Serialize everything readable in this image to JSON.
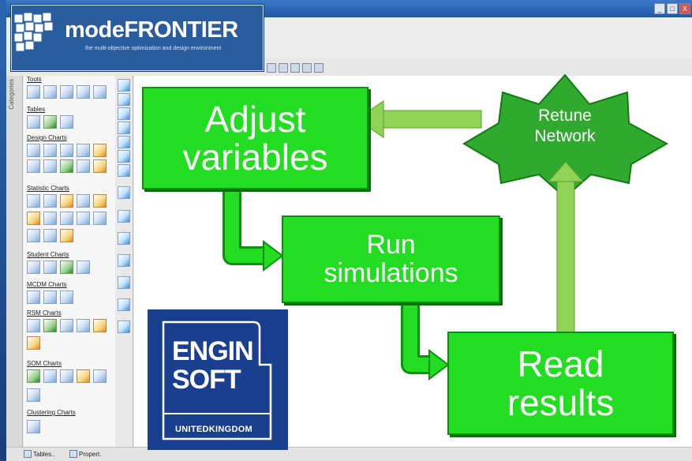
{
  "logo": {
    "name_part1": "mode",
    "name_part2": "FRONTIER",
    "tagline": "the multi-objective optimization and design environment"
  },
  "window": {
    "controls": [
      "_",
      "□",
      "X"
    ]
  },
  "sidebar": {
    "categories_label": "Categories",
    "sections": [
      {
        "label": "Tools"
      },
      {
        "label": "Tables"
      },
      {
        "label": "Design Charts"
      },
      {
        "label": "Statistic Charts"
      },
      {
        "label": "Student Charts"
      },
      {
        "label": "MCDM Charts"
      },
      {
        "label": "RSM Charts"
      },
      {
        "label": "SOM Charts"
      },
      {
        "label": "Clustering Charts"
      }
    ]
  },
  "statusbar": {
    "tab1": "Tables..",
    "tab2": "Propert."
  },
  "diagram": {
    "steps": [
      {
        "line1": "Adjust",
        "line2": "variables"
      },
      {
        "line1": "Run",
        "line2": "simulations"
      },
      {
        "line1": "Read",
        "line2": "results"
      }
    ],
    "star": {
      "line1": "Retune",
      "line2": "Network"
    }
  },
  "enginsoft_logo": {
    "line1": "ENGIN",
    "line2": "SOFT",
    "line3": "UNITEDKINGDOM"
  },
  "colors": {
    "box_fill": "#22dd22",
    "box_border": "#0f8f0f",
    "star_fill": "#2faa2f",
    "arrow": "#8fd456",
    "slide_blue": "#1d4f91",
    "engin_blue": "#1b3f8f"
  }
}
